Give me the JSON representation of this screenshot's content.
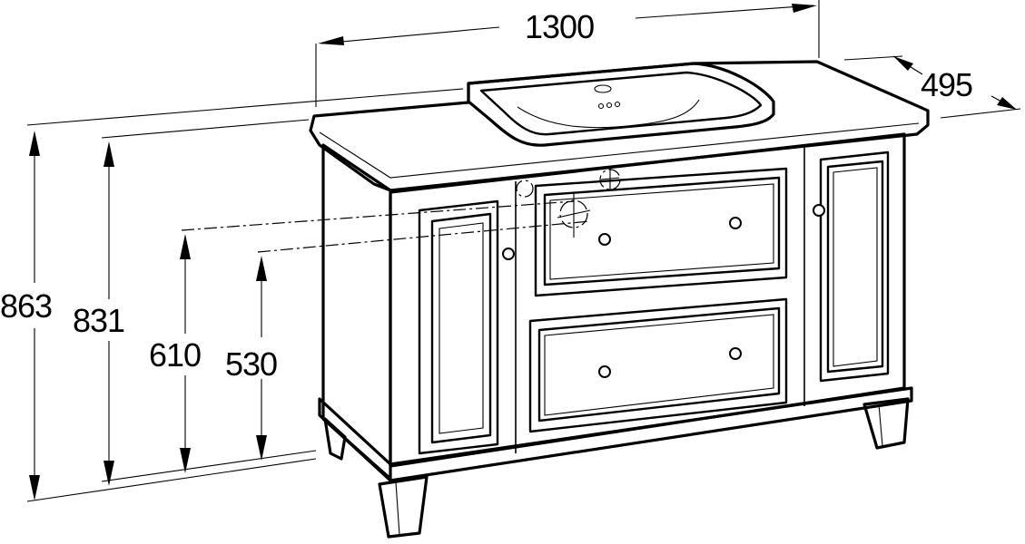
{
  "dimensions": {
    "width": "1300",
    "depth": "495",
    "total_height": "863",
    "cabinet_height": "831",
    "drain_height_upper": "610",
    "drain_height_lower": "530"
  }
}
